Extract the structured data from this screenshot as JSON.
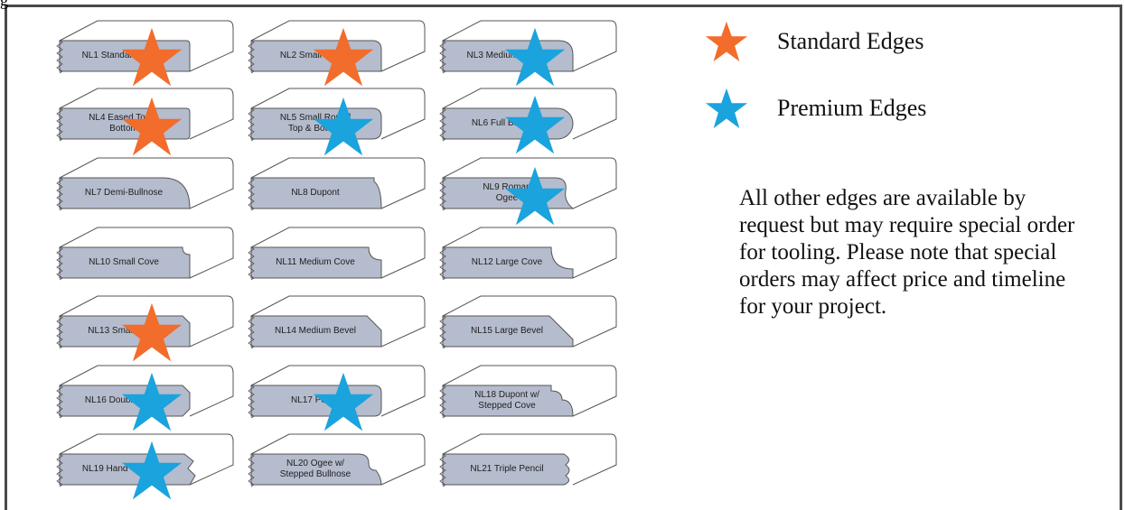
{
  "top_fragment": "g",
  "colors": {
    "standard": "#f26c2b",
    "premium": "#1aa3dd",
    "face": "#b5bccd",
    "stroke": "#555555"
  },
  "legend": [
    {
      "label": "Standard Edges",
      "color": "#f26c2b"
    },
    {
      "label": "Premium Edges",
      "color": "#1aa3dd"
    }
  ],
  "note": "All other edges are available by request but may require special order for tooling. Please note that special orders may affect price and timeline for your project.",
  "edges": [
    {
      "code": "NL1",
      "label": "NL1 Standard Eased",
      "shape": "eased",
      "marker": "standard"
    },
    {
      "code": "NL2",
      "label": "NL2 Small Round",
      "shape": "round_s",
      "marker": "standard"
    },
    {
      "code": "NL3",
      "label": "NL3 Medium Round",
      "shape": "round_m",
      "marker": "premium"
    },
    {
      "code": "NL4",
      "label": "NL4 Eased Top &\nBottom",
      "shape": "eased2",
      "marker": "standard"
    },
    {
      "code": "NL5",
      "label": "NL5 Small Round\nTop & Bottom",
      "shape": "round2",
      "marker": "premium"
    },
    {
      "code": "NL6",
      "label": "NL6 Full Bullnose",
      "shape": "bullnose",
      "marker": "premium"
    },
    {
      "code": "NL7",
      "label": "NL7 Demi-Bullnose",
      "shape": "demi",
      "marker": ""
    },
    {
      "code": "NL8",
      "label": "NL8 Dupont",
      "shape": "dupont",
      "marker": ""
    },
    {
      "code": "NL9",
      "label": "NL9 Roman\nOgee",
      "shape": "ogee",
      "marker": "premium"
    },
    {
      "code": "NL10",
      "label": "NL10 Small Cove",
      "shape": "cove_s",
      "marker": ""
    },
    {
      "code": "NL11",
      "label": "NL11 Medium Cove",
      "shape": "cove_m",
      "marker": ""
    },
    {
      "code": "NL12",
      "label": "NL12 Large Cove",
      "shape": "cove_l",
      "marker": ""
    },
    {
      "code": "NL13",
      "label": "NL13 Small Bevel",
      "shape": "bevel_s",
      "marker": "standard"
    },
    {
      "code": "NL14",
      "label": "NL14 Medium Bevel",
      "shape": "bevel_m",
      "marker": ""
    },
    {
      "code": "NL15",
      "label": "NL15 Large Bevel",
      "shape": "bevel_l",
      "marker": ""
    },
    {
      "code": "NL16",
      "label": "NL16 Double Bevel",
      "shape": "bevel2",
      "marker": "premium"
    },
    {
      "code": "NL17",
      "label": "NL17 Pencil",
      "shape": "pencil",
      "marker": "premium"
    },
    {
      "code": "NL18",
      "label": "NL18 Dupont w/\nStepped Cove",
      "shape": "stepcove",
      "marker": ""
    },
    {
      "code": "NL19",
      "label": "NL19 Hand Chiseled",
      "shape": "chisel",
      "marker": "premium"
    },
    {
      "code": "NL20",
      "label": "NL20 Ogee w/\nStepped Bullnose",
      "shape": "ogee2",
      "marker": ""
    },
    {
      "code": "NL21",
      "label": "NL21 Triple Pencil",
      "shape": "triple",
      "marker": ""
    }
  ]
}
